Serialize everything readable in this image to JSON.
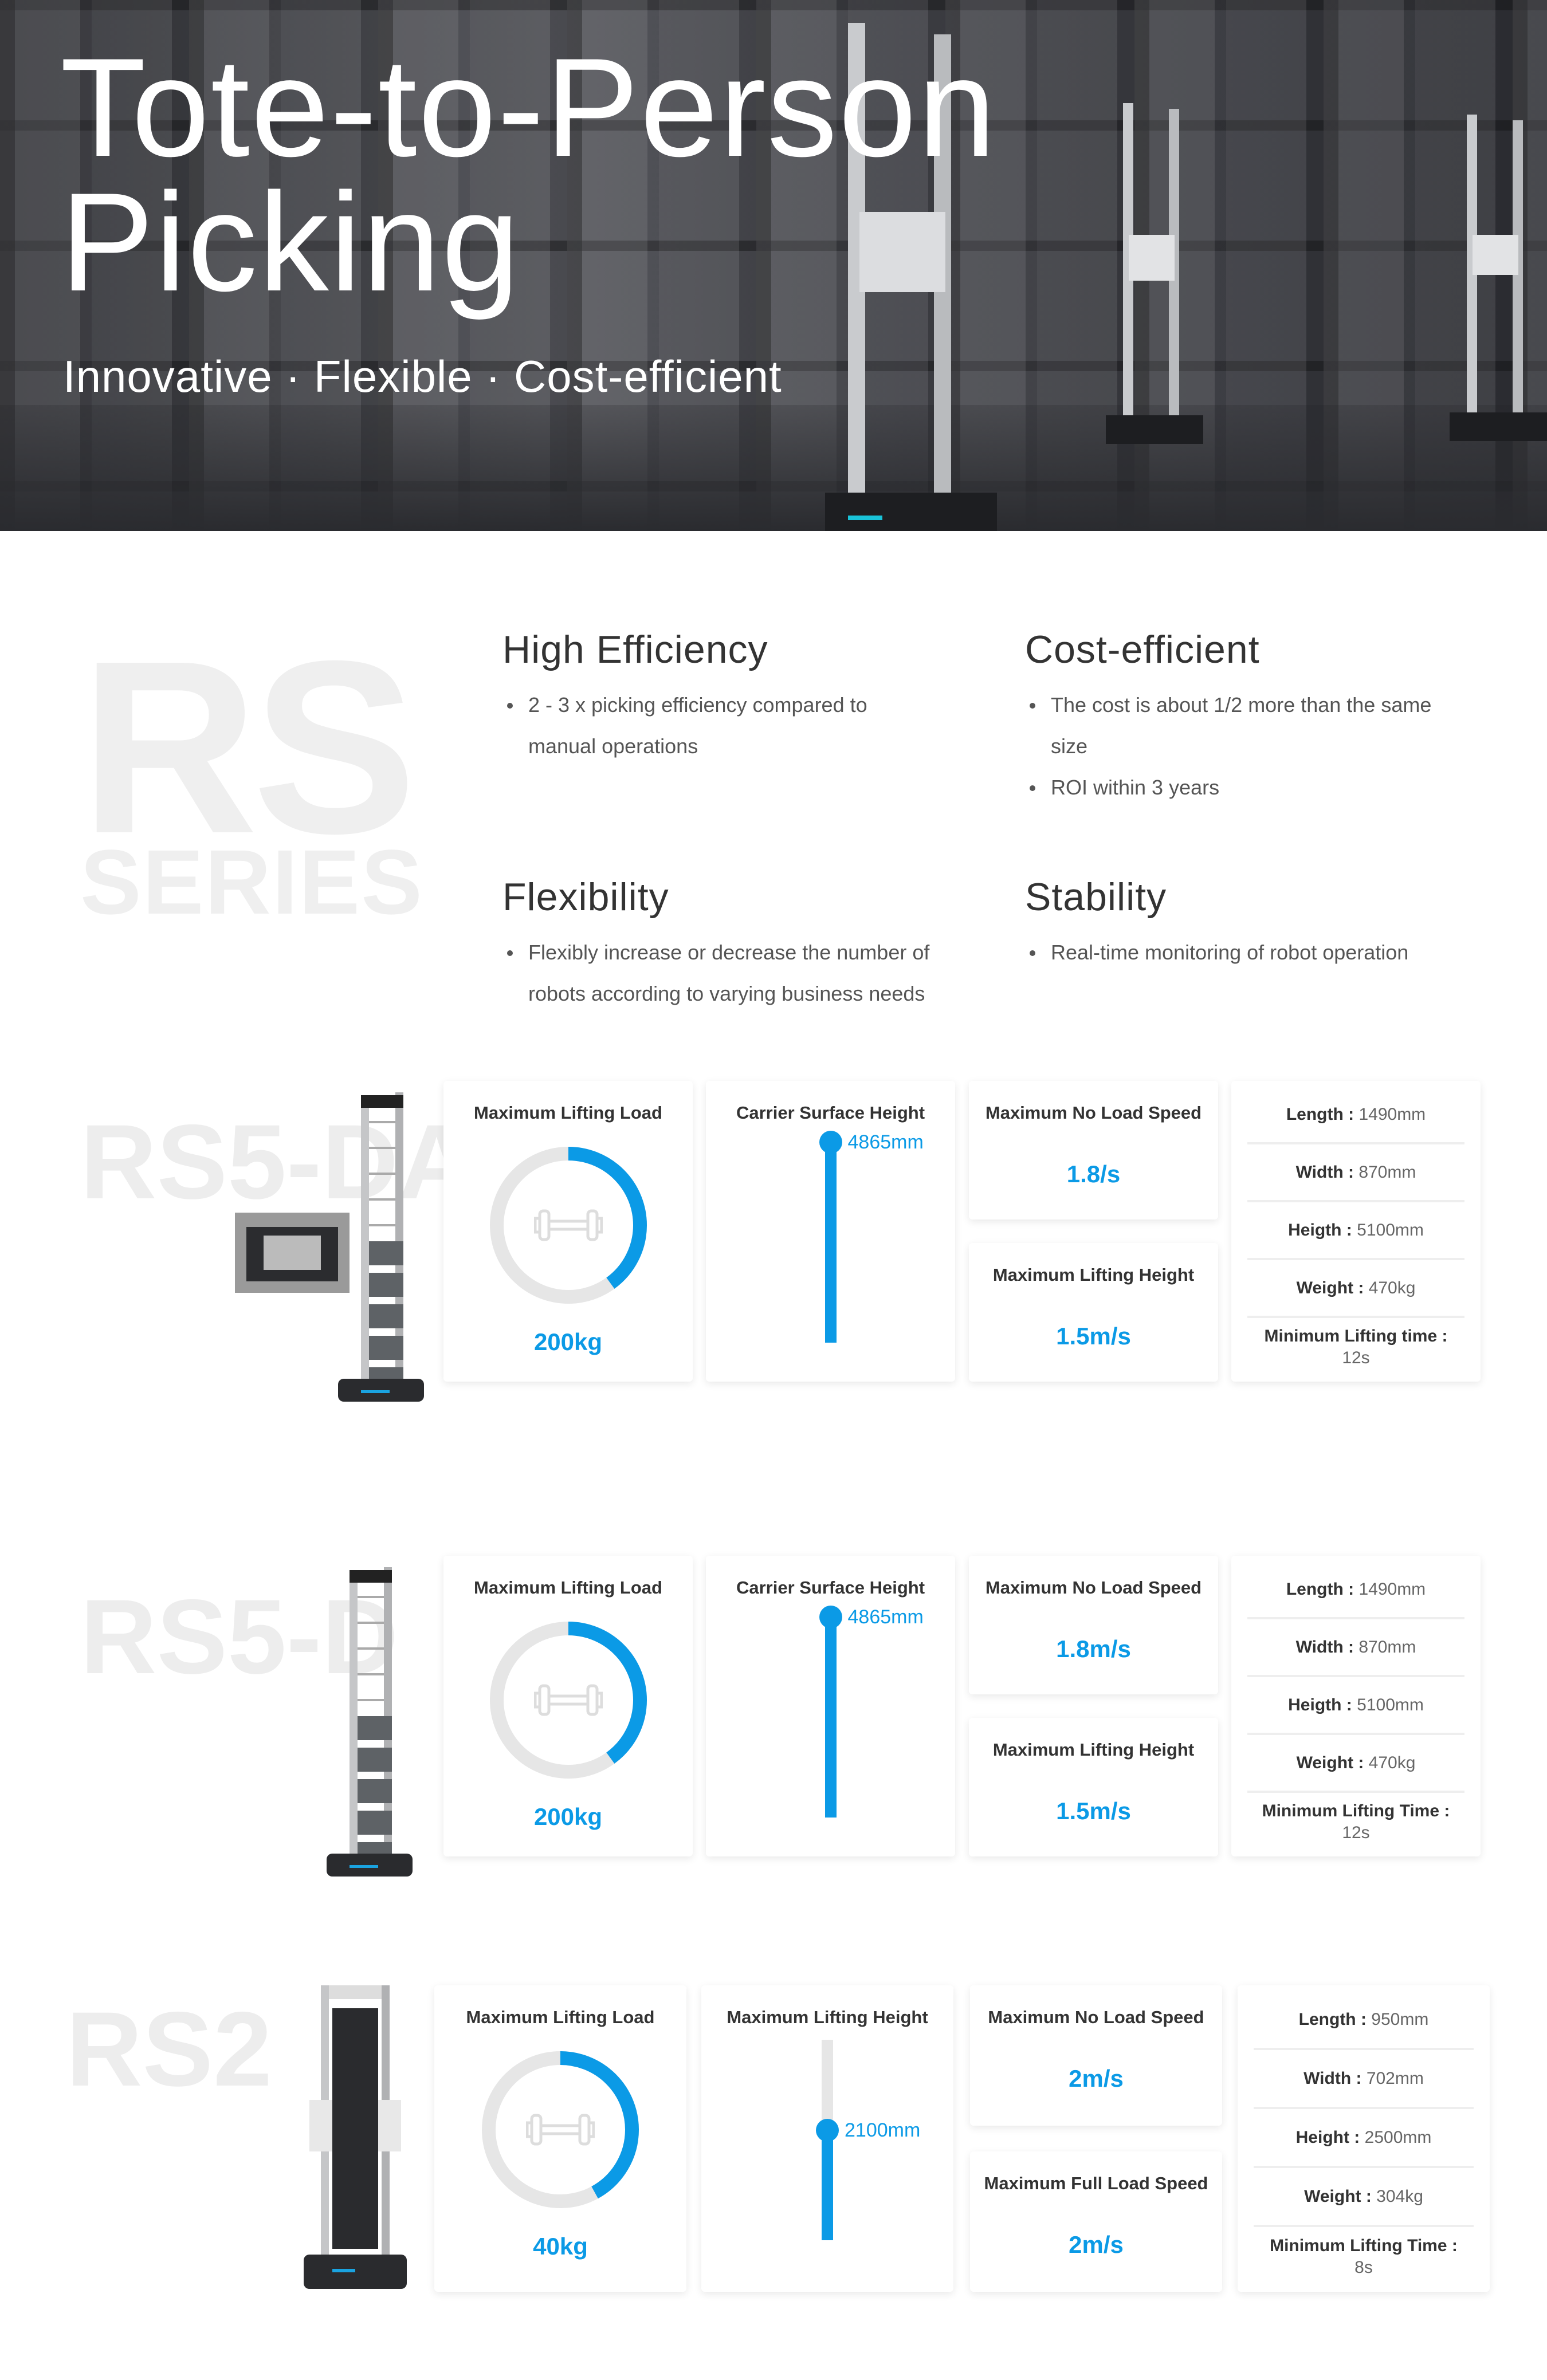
{
  "hero": {
    "title_line1": "Tote-to-Person",
    "title_line2": "Picking",
    "subtitle": "Innovative · Flexible · Cost-efficient"
  },
  "series_watermark": {
    "big": "RS",
    "small": "SERIES"
  },
  "features": [
    {
      "title": "High Efficiency",
      "bullets": [
        "2 - 3 x picking efficiency compared to manual operations"
      ]
    },
    {
      "title": "Cost-efficient",
      "bullets": [
        "The cost is about 1/2 more than the same size",
        "ROI within 3 years"
      ]
    },
    {
      "title": "Flexibility",
      "bullets": [
        "Flexibly increase or decrease the number of robots according to varying business needs"
      ]
    },
    {
      "title": "Stability",
      "bullets": [
        "Real-time monitoring of robot operation"
      ]
    }
  ],
  "colors": {
    "accent": "#0b9ae6",
    "track": "#e6e6e6"
  },
  "models": [
    {
      "name": "RS5-DA",
      "load": {
        "label": "Maximum Lifting Load",
        "value": "200kg",
        "fraction": 0.4
      },
      "height": {
        "label": "Carrier Surface Height",
        "value": "4865mm",
        "fraction": 1.0
      },
      "speed1": {
        "label": "Maximum No Load Speed",
        "value": "1.8/s"
      },
      "speed2": {
        "label": "Maximum Lifting Height",
        "value": "1.5m/s"
      },
      "dims": [
        {
          "label": "Length :",
          "value": "1490mm"
        },
        {
          "label": "Width :",
          "value": "870mm"
        },
        {
          "label": "Heigth :",
          "value": "5100mm"
        },
        {
          "label": "Weight :",
          "value": "470kg"
        },
        {
          "label": "Minimum Lifting time :",
          "value": "12s"
        }
      ]
    },
    {
      "name": "RS5-D",
      "load": {
        "label": "Maximum Lifting Load",
        "value": "200kg",
        "fraction": 0.4
      },
      "height": {
        "label": "Carrier Surface Height",
        "value": "4865mm",
        "fraction": 1.0
      },
      "speed1": {
        "label": "Maximum No Load Speed",
        "value": "1.8m/s"
      },
      "speed2": {
        "label": "Maximum Lifting Height",
        "value": "1.5m/s"
      },
      "dims": [
        {
          "label": "Length :",
          "value": "1490mm"
        },
        {
          "label": "Width :",
          "value": "870mm"
        },
        {
          "label": "Heigth :",
          "value": "5100mm"
        },
        {
          "label": "Weight :",
          "value": "470kg"
        },
        {
          "label": "Minimum Lifting Time :",
          "value": "12s"
        }
      ]
    },
    {
      "name": "RS2",
      "load": {
        "label": "Maximum Lifting Load",
        "value": "40kg",
        "fraction": 0.42
      },
      "height": {
        "label": "Maximum Lifting Height",
        "value": "2100mm",
        "fraction": 0.55
      },
      "speed1": {
        "label": "Maximum No Load Speed",
        "value": "2m/s"
      },
      "speed2": {
        "label": "Maximum Full Load Speed",
        "value": "2m/s"
      },
      "dims": [
        {
          "label": "Length :",
          "value": "950mm"
        },
        {
          "label": "Width :",
          "value": "702mm"
        },
        {
          "label": "Height :",
          "value": "2500mm"
        },
        {
          "label": "Weight :",
          "value": "304kg"
        },
        {
          "label": "Minimum Lifting Time :",
          "value": "8s"
        }
      ]
    }
  ]
}
